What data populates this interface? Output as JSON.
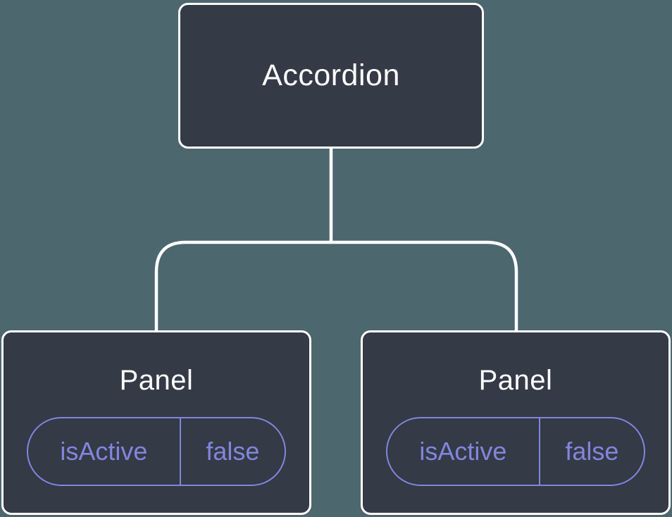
{
  "diagram": {
    "description": "Component tree diagram: an Accordion parent with two Panel children, each holding state isActive = false",
    "colors": {
      "canvas_background": "#4d676f",
      "node_fill": "#343a46",
      "node_border": "#ffffff",
      "node_text": "#ffffff",
      "connector_line": "#ffffff",
      "state_accent": "#8286dd"
    },
    "tree": {
      "root": {
        "label": "Accordion"
      },
      "children": [
        {
          "label": "Panel",
          "state": {
            "name": "isActive",
            "value": "false"
          }
        },
        {
          "label": "Panel",
          "state": {
            "name": "isActive",
            "value": "false"
          }
        }
      ]
    }
  }
}
